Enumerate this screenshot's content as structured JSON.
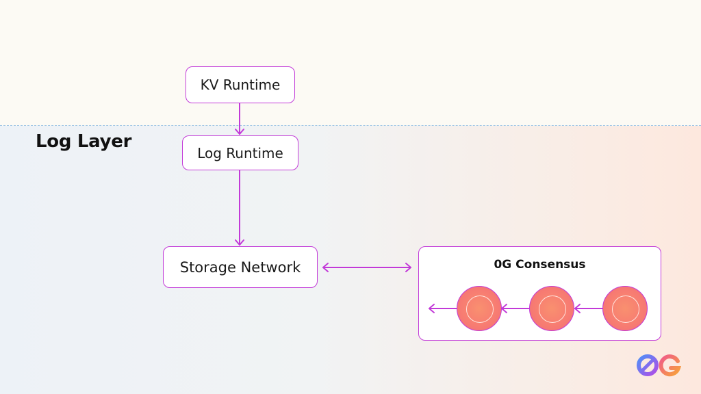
{
  "layer_title": "Log Layer",
  "nodes": {
    "kv_runtime": "KV Runtime",
    "log_runtime": "Log Runtime",
    "storage_network": "Storage Network"
  },
  "consensus": {
    "title": "0G Consensus",
    "block_count": 3
  },
  "colors": {
    "accent": "#c23ad8",
    "block_fill": "#f77b72",
    "divider": "#9fc6e6"
  }
}
